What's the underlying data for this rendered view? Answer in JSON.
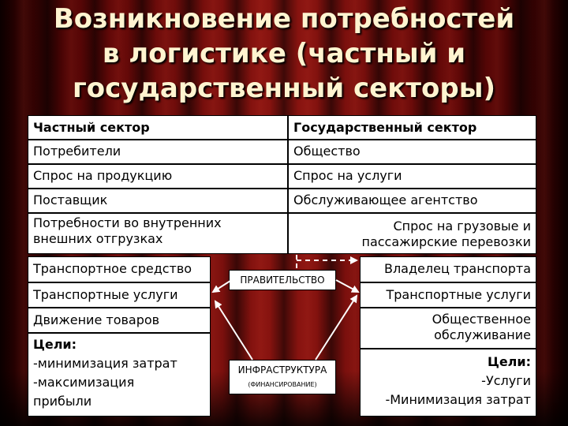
{
  "title": {
    "line1": "Возникновение потребностей",
    "line2": "в логистике (частный и",
    "line3": "государственный секторы)"
  },
  "table": {
    "left": {
      "header": "Частный сектор",
      "consumers": "Потребители",
      "demand": "Спрос на продукцию",
      "supplier": "Поставщик",
      "needs_line1": "Потребности во внутренних",
      "needs_line2": "внешних отгрузках",
      "vehicle": "Транспортное средство",
      "transport_services": "Транспортные услуги",
      "goods_movement": "Движение товаров",
      "goals_title": "Цели:",
      "goal1": "-минимизация затрат",
      "goal2_line1": "-максимизация",
      "goal2_line2": "прибыли"
    },
    "right": {
      "header": "Государственный сектор",
      "society": "Общество",
      "demand": "Спрос на услуги",
      "agency": "Обслуживающее агентство",
      "needs_line1": "Спрос на грузовые и",
      "needs_line2": "пассажирские перевозки",
      "owner": "Владелец транспорта",
      "transport_services": "Транспортные услуги",
      "public_service_line1": "Общественное",
      "public_service_line2": "обслуживание",
      "goals_title": "Цели:",
      "goal1": "-Услуги",
      "goal2": "-Минимизация затрат"
    }
  },
  "center": {
    "government": "ПРАВИТЕЛЬСТВО",
    "infrastructure": "ИНФРАСТРУКТУРА",
    "financing": "(ФИНАНСИРОВАНИЕ)"
  },
  "colors": {
    "title_text": "#fff4d0",
    "background_curtain": "#8a1410",
    "cell_background": "#ffffff"
  }
}
